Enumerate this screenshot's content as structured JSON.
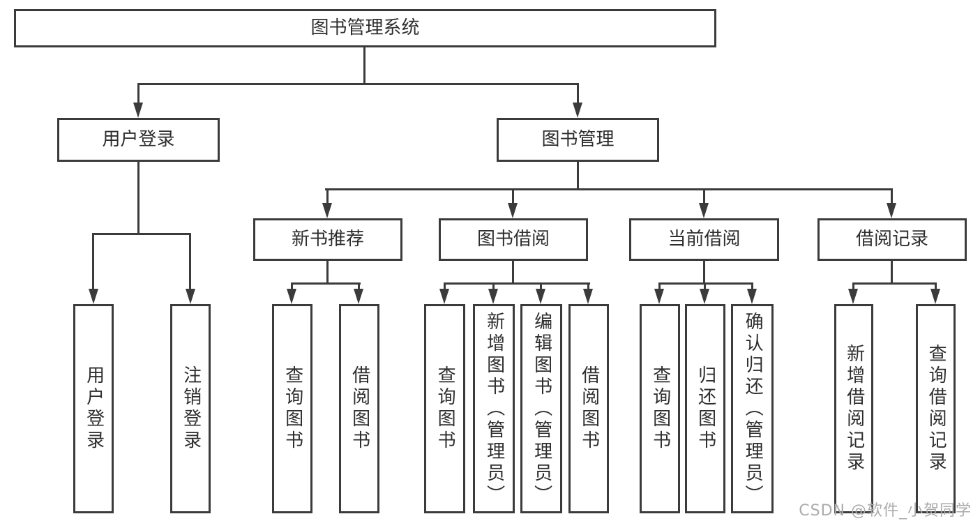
{
  "page": {
    "background": "#ffffff"
  },
  "diagram": {
    "root": {
      "label": "图书管理系统"
    },
    "level2": [
      {
        "label": "用户登录",
        "children": [
          "用户登录",
          "注销登录"
        ]
      },
      {
        "label": "图书管理",
        "sections": [
          {
            "label": "新书推荐",
            "children": [
              "查询图书",
              "借阅图书"
            ]
          },
          {
            "label": "图书借阅",
            "children": [
              "查询图书",
              "新增图书（管理员）",
              "编辑图书（管理员）",
              "借阅图书"
            ]
          },
          {
            "label": "当前借阅",
            "children": [
              "查询图书",
              "归还图书",
              "确认归还（管理员）"
            ]
          },
          {
            "label": "借阅记录",
            "children": [
              "新增借阅记录",
              "查询借阅记录"
            ]
          }
        ]
      }
    ],
    "colors": {
      "line": "#3b3b3b",
      "text": "#2e2e2e",
      "box_background": "#ffffff"
    }
  },
  "watermark": {
    "text": "CSDN @软件_小贺同学",
    "color": "#ababab"
  }
}
